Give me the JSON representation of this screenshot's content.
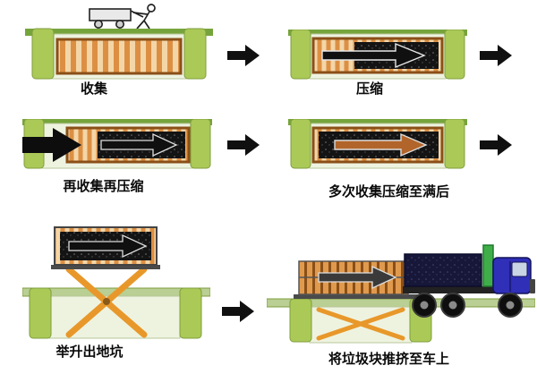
{
  "diagram": {
    "title": "underground-waste-collection-compression-process",
    "type": "process-flow",
    "steps": [
      {
        "id": "collect",
        "label": "收集"
      },
      {
        "id": "compress",
        "label": "压缩"
      },
      {
        "id": "recollect",
        "label": "再收集再压缩"
      },
      {
        "id": "full",
        "label": "多次收集压缩至满后"
      },
      {
        "id": "lift",
        "label": "举升出地坑"
      },
      {
        "id": "load",
        "label": "将垃圾块推挤至车上"
      }
    ],
    "colors": {
      "ground_green": "#76a43c",
      "pit_wall_green": "#abc957",
      "pit_wall_edge": "#7f9e3e",
      "pit_interior": "#eef3e0",
      "platform_green_light": "#b9cf93",
      "container_orange": "#dc8f43",
      "container_border": "#8a4f17",
      "container_light": "#f3d6a8",
      "waste_black": "#141414",
      "flow_arrow_black": "#101010",
      "lift_orange": "#e8982a",
      "truck_blue": "#2f2fb8",
      "truck_cargo_dark": "#17173a",
      "truck_headboard_green": "#3fae49",
      "wheel_black": "#0e0e0e"
    }
  }
}
